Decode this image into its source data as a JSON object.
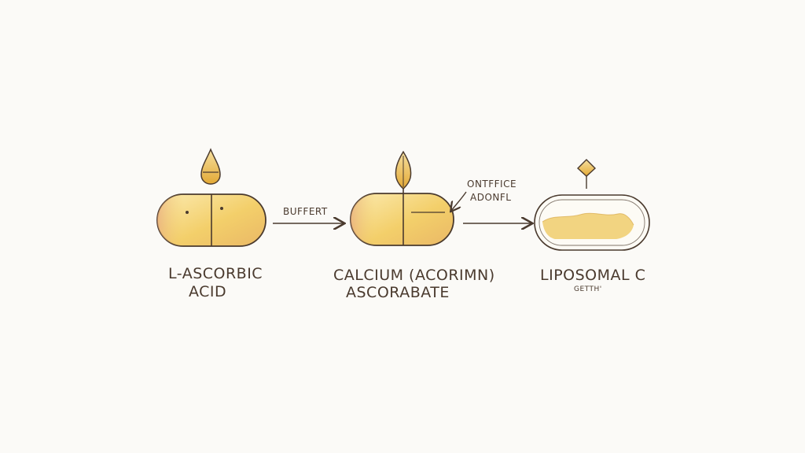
{
  "stages": [
    {
      "name_line1": "L-ASCORBIC",
      "name_line2": "ACID"
    },
    {
      "name_line1": "CALCIUM (ACORIMN)",
      "name_line2": "ASCORABATE"
    },
    {
      "name_line1": "LIPOSOMAL C",
      "name_line2": "GETTH'"
    }
  ],
  "arrows": [
    {
      "label": "BUFFERT"
    }
  ],
  "annotation": {
    "line1": "ONTFFICE",
    "line2": "ADONFL"
  },
  "colors": {
    "ink": "#4a3a2e",
    "pill_fill": "#f3cf6a",
    "pill_highlight": "#fbeab0",
    "pill_edge_warm": "#e6a77a",
    "drop_fill": "#e8b53c",
    "background": "#fbfaf7"
  }
}
